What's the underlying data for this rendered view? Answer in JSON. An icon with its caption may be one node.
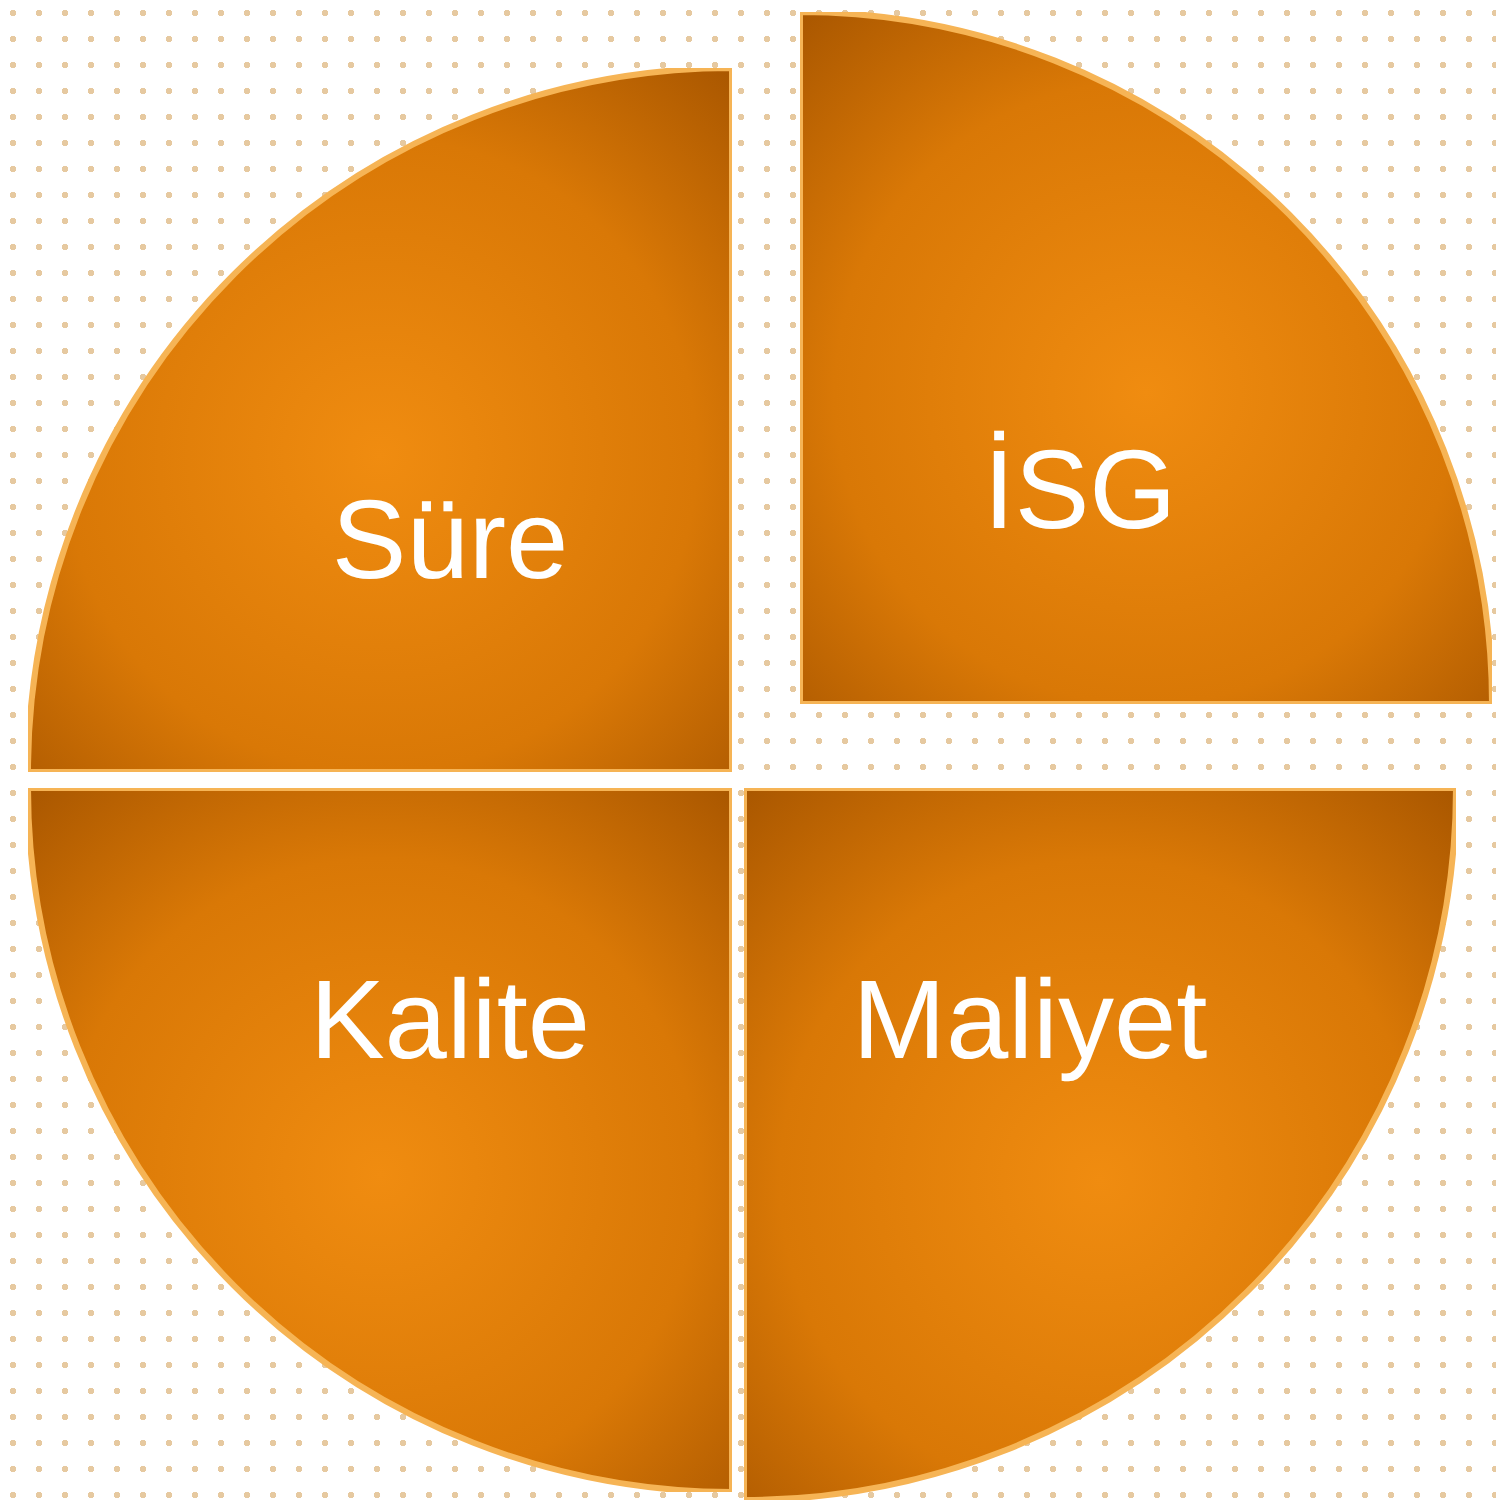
{
  "diagram": {
    "nodes": [
      {
        "text": [
          "Süre"
        ]
      },
      {
        "text": [
          "İSG"
        ]
      },
      {
        "text": [
          "Kalite"
        ]
      },
      {
        "text": [
          "Maliyet"
        ]
      }
    ]
  }
}
